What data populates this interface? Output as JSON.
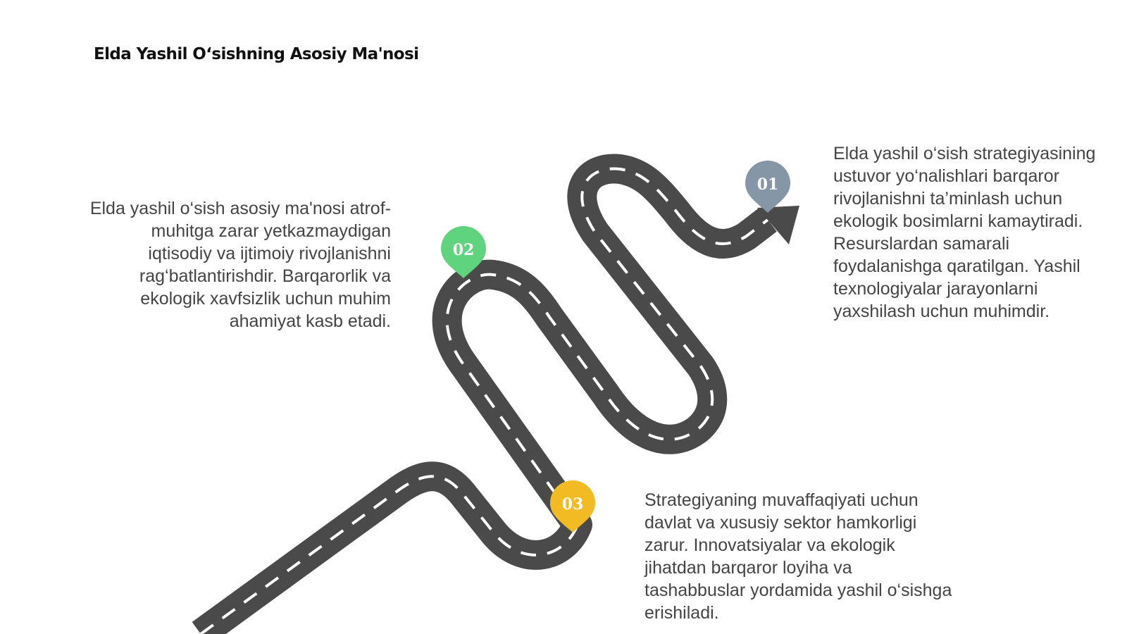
{
  "title": "Elda Yashil O‘sishning Asosiy Ma'nosi",
  "colors": {
    "road": "#4a4a4a",
    "lane": "#ffffff",
    "text": "#444444",
    "pin_01": "#8596a6",
    "pin_02": "#5fd37d",
    "pin_03": "#f2bb23"
  },
  "pins": [
    {
      "id": "01",
      "label": "01"
    },
    {
      "id": "02",
      "label": "02"
    },
    {
      "id": "03",
      "label": "03"
    }
  ],
  "texts": {
    "left": "Elda yashil o‘sish asosiy ma'nosi atrof-muhitga zarar yetkazmaydigan iqtisodiy va ijtimoiy rivojlanishni rag‘batlantirishdir. Barqarorlik va ekologik xavfsizlik uchun muhim ahamiyat kasb etadi.",
    "right": "Elda yashil o‘sish strategiyasining ustuvor yo‘nalishlari barqaror rivojlanishni ta’minlash uchun ekologik bosimlarni kamaytiradi. Resurslardan samarali foydalanishga qaratilgan. Yashil texnologiyalar jarayonlarni yaxshilash uchun muhimdir.",
    "bottom": "Strategiyaning muvaffaqiyati uchun davlat va xususiy sektor hamkorligi zarur. Innovatsiyalar va ekologik jihatdan barqaror loyiha va tashabbuslar yordamida yashil o‘sishga erishiladi."
  }
}
